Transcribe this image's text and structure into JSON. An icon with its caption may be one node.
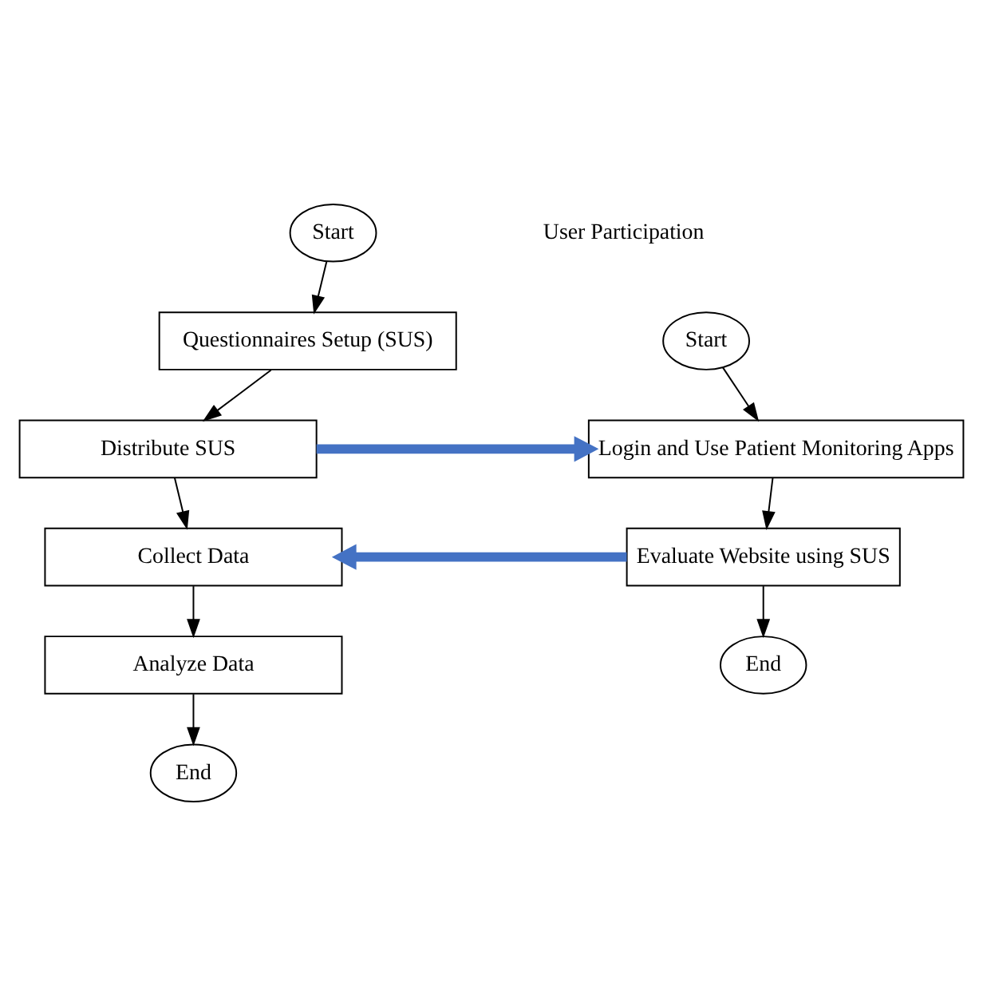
{
  "diagram": {
    "nodes": [
      {
        "text": [
          "Start"
        ]
      },
      {
        "text": [
          "Questionnaires Setup (SUS)"
        ]
      },
      {
        "text": [
          "Distribute SUS"
        ]
      },
      {
        "text": [
          "Collect Data"
        ]
      },
      {
        "text": [
          "Analyze Data"
        ]
      },
      {
        "text": [
          "End"
        ]
      },
      {
        "text": [
          "Start"
        ]
      },
      {
        "text": [
          "Login and Use Patient Monitoring Apps"
        ]
      },
      {
        "text": [
          "Evaluate Website using SUS"
        ]
      },
      {
        "text": [
          "End"
        ]
      }
    ],
    "edges": [
      {
        "from": 0,
        "to": 1,
        "arrow": "to"
      },
      {
        "from": 1,
        "to": 2,
        "arrow": "to"
      },
      {
        "from": 2,
        "to": 3,
        "arrow": "to"
      },
      {
        "from": 3,
        "to": 4,
        "arrow": "to"
      },
      {
        "from": 4,
        "to": 5,
        "arrow": "to"
      },
      {
        "from": 6,
        "to": 7,
        "arrow": "to"
      },
      {
        "from": 7,
        "to": 8,
        "arrow": "to"
      },
      {
        "from": 8,
        "to": 9,
        "arrow": "to"
      },
      {
        "from": 2,
        "to": 7,
        "arrow": "to",
        "style": "thick",
        "color": "#4472c4"
      },
      {
        "from": 8,
        "to": 3,
        "arrow": "to",
        "style": "thick",
        "color": "#4472c4"
      }
    ],
    "labels": [
      "User Participation"
    ]
  }
}
